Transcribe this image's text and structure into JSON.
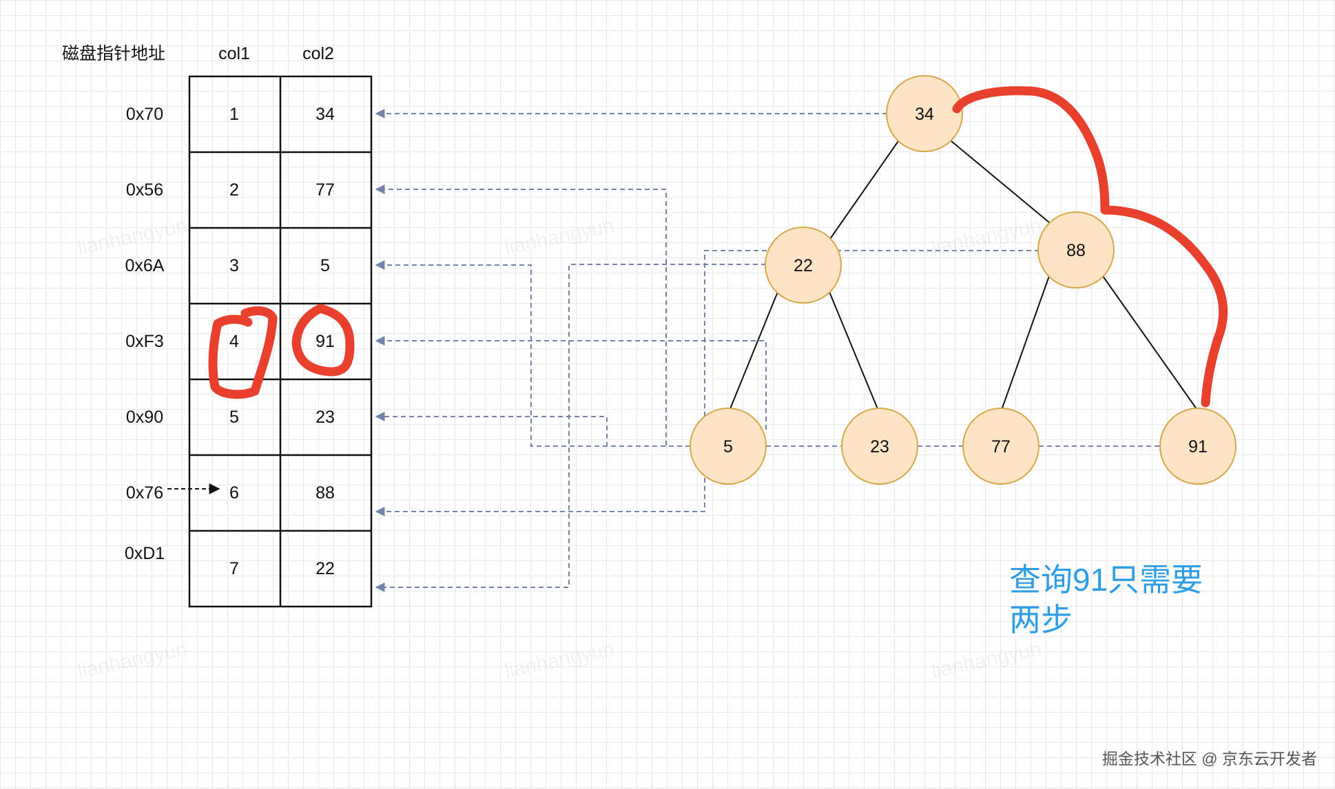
{
  "table": {
    "headers": [
      "磁盘指针地址",
      "col1",
      "col2"
    ],
    "rows": [
      {
        "addr": "0x70",
        "col1": "1",
        "col2": "34"
      },
      {
        "addr": "0x56",
        "col1": "2",
        "col2": "77"
      },
      {
        "addr": "0x6A",
        "col1": "3",
        "col2": "5"
      },
      {
        "addr": "0xF3",
        "col1": "4",
        "col2": "91"
      },
      {
        "addr": "0x90",
        "col1": "5",
        "col2": "23"
      },
      {
        "addr": "0x76",
        "col1": "6",
        "col2": "88"
      },
      {
        "addr": "0xD1",
        "col1": "7",
        "col2": "22"
      }
    ]
  },
  "tree": {
    "nodes": [
      "34",
      "22",
      "88",
      "5",
      "23",
      "77",
      "91"
    ]
  },
  "note": {
    "line1": "查询91只需要",
    "line2": "两步"
  },
  "watermark": "lianhangyun",
  "footer": "掘金技术社区 @ 京东云开发者",
  "colors": {
    "node_fill": "#fde4c4",
    "node_stroke": "#d6a84a",
    "dashed_link": "#7483a8",
    "highlight": "#e8402c",
    "note": "#2e9ee6"
  }
}
